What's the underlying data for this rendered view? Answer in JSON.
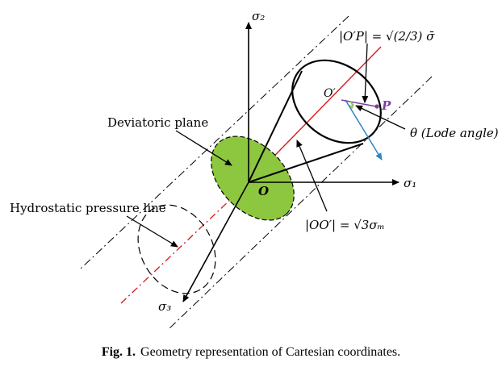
{
  "diagram": {
    "labels": {
      "sigma2": "σ₂",
      "sigma1": "σ₁",
      "sigma3": "σ₃",
      "origin": "O",
      "o_prime": "O′",
      "point_p": "P",
      "deviatoric_plane": "Deviatoric plane",
      "hydrostatic_line": "Hydrostatic pressure line",
      "lode_angle": "θ  (Lode angle)",
      "o_prime_p_formula": "|O′P| = √(2/3) σ̄",
      "oo_prime_formula": "|OO′| = √3σₘ"
    },
    "colors": {
      "deviatoric_fill": "#8dc63f",
      "hydrostatic_red": "#d7191c",
      "deviatoric_blue": "#2e86c1",
      "vector_purple": "#7b3fa0",
      "lode_arc": "#9bbf5a"
    }
  },
  "caption": {
    "label": "Fig. 1.",
    "text": "Geometry representation of Cartesian coordinates."
  }
}
